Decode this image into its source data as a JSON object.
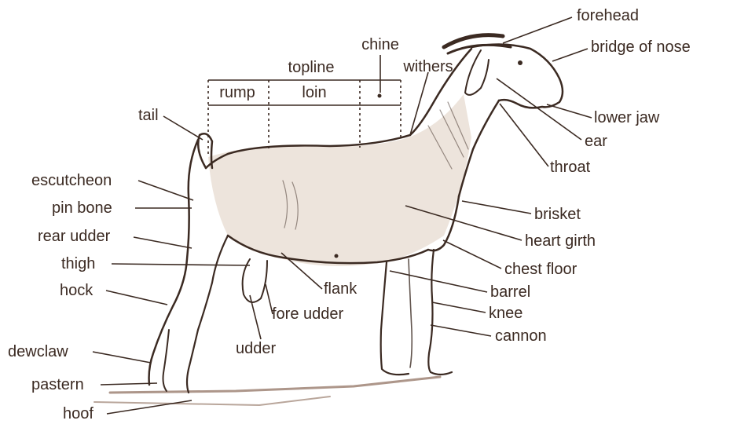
{
  "diagram": {
    "colors": {
      "ink": "#3b2a22",
      "body_shade": "#c9b8ab",
      "ground": "#8a6a58"
    },
    "labels": {
      "forehead": "forehead",
      "bridge_of_nose": "bridge of nose",
      "chine": "chine",
      "withers": "withers",
      "topline": "topline",
      "rump": "rump",
      "loin": "loin",
      "tail": "tail",
      "lower_jaw": "lower jaw",
      "ear": "ear",
      "throat": "throat",
      "escutcheon": "escutcheon",
      "pin_bone": "pin bone",
      "rear_udder": "rear udder",
      "thigh": "thigh",
      "hock": "hock",
      "brisket": "brisket",
      "heart_girth": "heart girth",
      "chest_floor": "chest floor",
      "barrel": "barrel",
      "flank": "flank",
      "fore_udder": "fore udder",
      "knee": "knee",
      "cannon": "cannon",
      "udder": "udder",
      "dewclaw": "dewclaw",
      "pastern": "pastern",
      "hoof": "hoof"
    }
  }
}
